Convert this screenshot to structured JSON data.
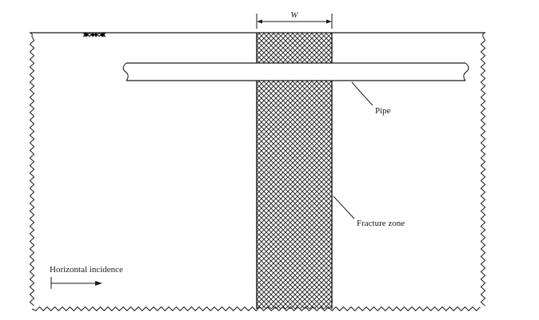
{
  "labels": {
    "width": "W",
    "pipe": "Pipe",
    "fracture_zone": "Fracture zone",
    "incidence": "Horizontal incidence"
  },
  "icons": {
    "ground_surface": "ground-hatch-icon",
    "incidence_direction": "arrow-right-icon"
  },
  "colors": {
    "line": "#1a1a1a",
    "fracture_fill": "#1a1a1a",
    "background": "#ffffff"
  }
}
